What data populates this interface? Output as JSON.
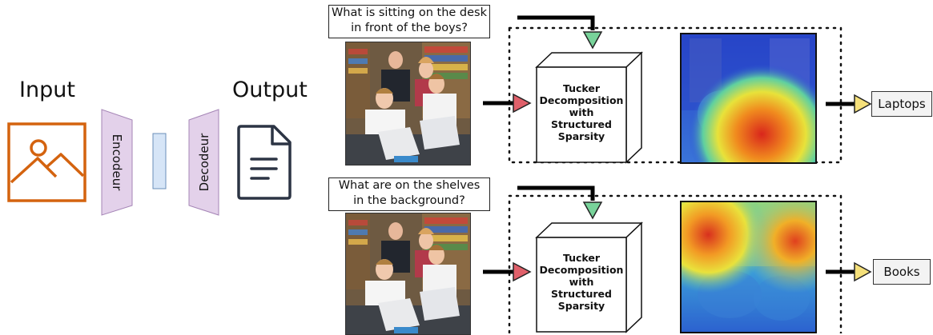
{
  "left": {
    "input_label": "Input",
    "output_label": "Output",
    "encoder_label": "Encodeur",
    "decoder_label": "Decodeur",
    "colors": {
      "image_icon": "#d4630f",
      "trapezoid_fill": "#e3d1ea",
      "trapezoid_stroke": "#a585b6",
      "latent_fill": "#d6e5f7",
      "latent_stroke": "#6b8fb8",
      "doc_icon": "#2c3444"
    }
  },
  "rows": [
    {
      "question_line1": "What is sitting on the desk",
      "question_line2": "in front of the boys?",
      "block_lines": [
        "Tucker",
        "Decomposition",
        "with",
        "Structured",
        "Sparsity"
      ],
      "answer": "Laptops",
      "heatmap_focus": "laptops"
    },
    {
      "question_line1": "What are on the shelves",
      "question_line2": "in the background?",
      "block_lines": [
        "Tucker",
        "Decomposition",
        "with",
        "Structured",
        "Sparsity"
      ],
      "answer": "Books",
      "heatmap_focus": "shelves"
    }
  ],
  "colors": {
    "image_arrow": "#e0606a",
    "question_arrow": "#78d39a",
    "answer_arrow": "#f5e07a",
    "dotted_box": "#111111"
  }
}
